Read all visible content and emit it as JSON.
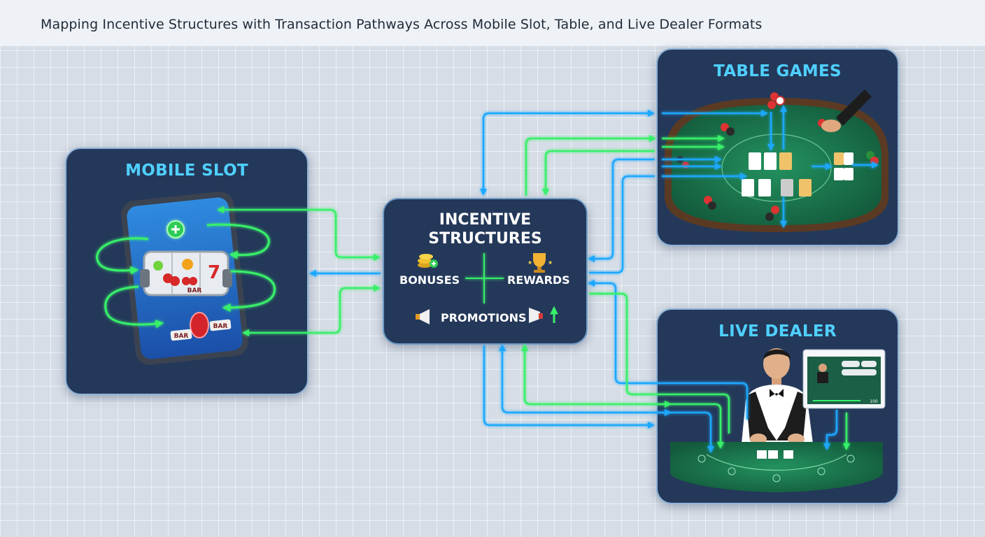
{
  "title": "Mapping Incentive Structures with Transaction Pathways Across Mobile Slot, Table, and Live Dealer Formats",
  "panels": {
    "mobile_slot": {
      "title": "MOBILE SLOT",
      "reel_label": "BAR"
    },
    "table_games": {
      "title": "TABLE GAMES"
    },
    "live_dealer": {
      "title": "LIVE DEALER",
      "screen_value": "100"
    },
    "incentives": {
      "title_line1": "INCENTIVE",
      "title_line2": "STRUCTURES",
      "bonuses": "BONUSES",
      "rewards": "REWARDS",
      "promotions": "PROMOTIONS"
    }
  },
  "colors": {
    "blue_arrow": "#1fa8ff",
    "green_arrow": "#39f06a",
    "panel": "#24385a",
    "panel_title": "#4fd0ff",
    "felt": "#1d7f55"
  },
  "icons": [
    "coins-icon",
    "trophy-icon",
    "megaphone-icon",
    "smartphone-icon",
    "dealer-icon",
    "playing-card-icon",
    "chip-icon"
  ]
}
